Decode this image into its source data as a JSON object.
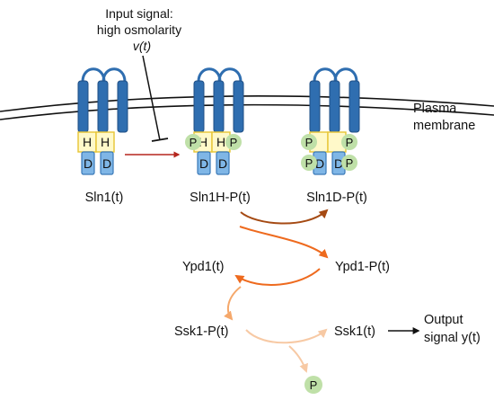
{
  "input_signal": {
    "line1": "Input signal:",
    "line2": "high osmolarity",
    "var": "v(t)"
  },
  "membrane": {
    "line1": "Plasma",
    "line2": "membrane"
  },
  "domains": {
    "h": "H",
    "d": "D",
    "p": "P"
  },
  "species": {
    "sln1": "Sln1(t)",
    "sln1h_p": "Sln1H-P(t)",
    "sln1d_p": "Sln1D-P(t)",
    "ypd1": "Ypd1(t)",
    "ypd1_p": "Ypd1-P(t)",
    "ssk1_p": "Ssk1-P(t)",
    "ssk1": "Ssk1(t)"
  },
  "output_signal": {
    "line1": "Output",
    "line2": "signal y(t)"
  },
  "colors": {
    "receptor_fill": "#2f6eb0",
    "receptor_stroke": "#1f4f85",
    "h_domain_fill": "#fff9c9",
    "h_domain_stroke": "#e7c534",
    "d_domain_fill": "#7fb6e6",
    "d_domain_stroke": "#3a79b8",
    "p_fill": "#bfe0a8",
    "activation_arrow": "#b5261e",
    "arrow_stage1": "#a54a13",
    "arrow_stage2": "#ee6a1e",
    "arrow_stage3": "#f5a86b",
    "arrow_stage4": "#f7c9a4"
  }
}
